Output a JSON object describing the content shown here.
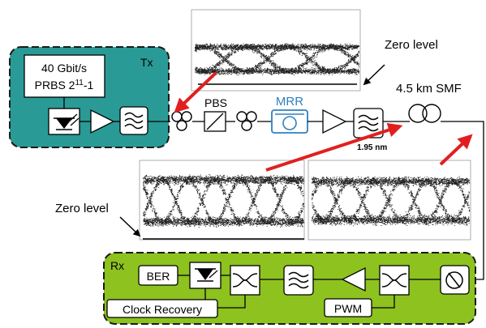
{
  "tx": {
    "panel_label": "Tx",
    "source_line1": "40 Gbit/s",
    "source_line2_prefix": "PRBS 2",
    "source_line2_exp": "11",
    "source_line2_suffix": "-1",
    "color": "#2a9a96"
  },
  "rx": {
    "panel_label": "Rx",
    "ber_label": "BER",
    "clock_label": "Clock Recovery",
    "pwm_label": "PWM",
    "color": "#8dc21f"
  },
  "link": {
    "pbs_label": "PBS",
    "mrr_label": "MRR",
    "mrr_color": "#2f80c0",
    "filter_bw_label": "1.95 nm",
    "fiber_label": "4.5 km SMF"
  },
  "eye_diagrams": {
    "top_zero_label": "Zero level",
    "left_zero_label": "Zero level"
  },
  "arrow_color": "#e02020"
}
